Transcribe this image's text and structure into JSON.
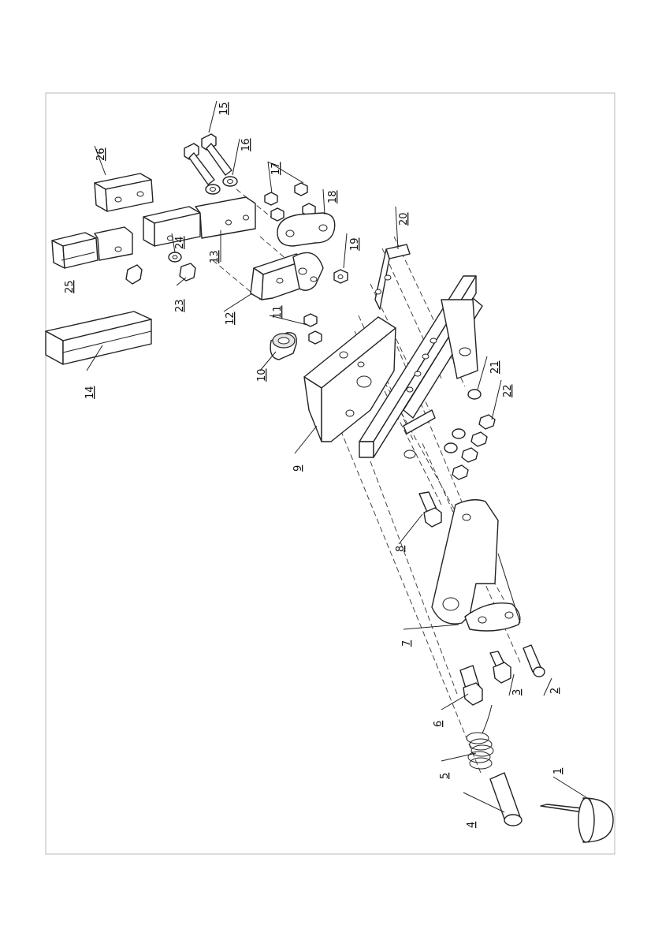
{
  "figure": {
    "orientation": "rotated-90-ccw",
    "callouts": [
      "1",
      "2",
      "3",
      "4",
      "5",
      "6",
      "7",
      "8",
      "9",
      "10",
      "11",
      "12",
      "13",
      "14",
      "15",
      "16",
      "17",
      "18",
      "19",
      "20",
      "21",
      "22",
      "23",
      "24",
      "25",
      "26"
    ]
  }
}
